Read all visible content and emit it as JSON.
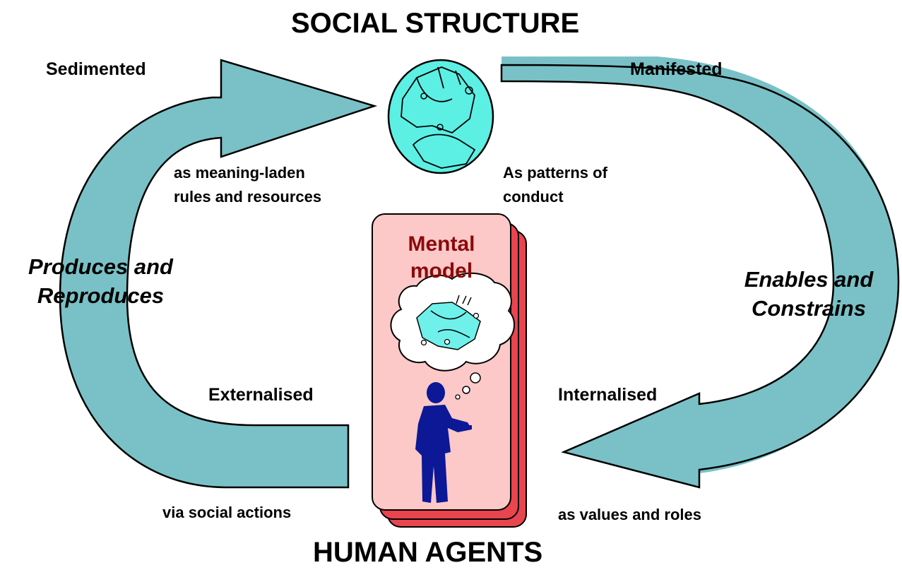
{
  "titles": {
    "top": "SOCIAL STRUCTURE",
    "bottom": "HUMAN AGENTS"
  },
  "labels": {
    "sedimented": "Sedimented",
    "manifested": "Manifested",
    "meaning_line1": "as meaning-laden",
    "meaning_line2": "rules and resources",
    "patterns_line1": "As patterns of",
    "patterns_line2": "conduct",
    "produces_line1": "Produces and",
    "produces_line2": "Reproduces",
    "enables_line1": "Enables and",
    "enables_line2": "Constrains",
    "externalised": "Externalised",
    "internalised": "Internalised",
    "via": "via  social actions",
    "values": "as values and roles"
  },
  "card": {
    "line1": "Mental",
    "line2": "model"
  },
  "colors": {
    "arrow_fill": "#79c1c6",
    "globe_fill": "#5cefe4",
    "card_front": "#fcc8c8",
    "card_back": "#e8454f",
    "card_text": "#8b0a0a",
    "figure": "#0c1896",
    "thought_pattern": "#6ff0ea"
  },
  "icons": [
    "globe-icon",
    "thought-cloud-icon",
    "person-silhouette-icon"
  ]
}
